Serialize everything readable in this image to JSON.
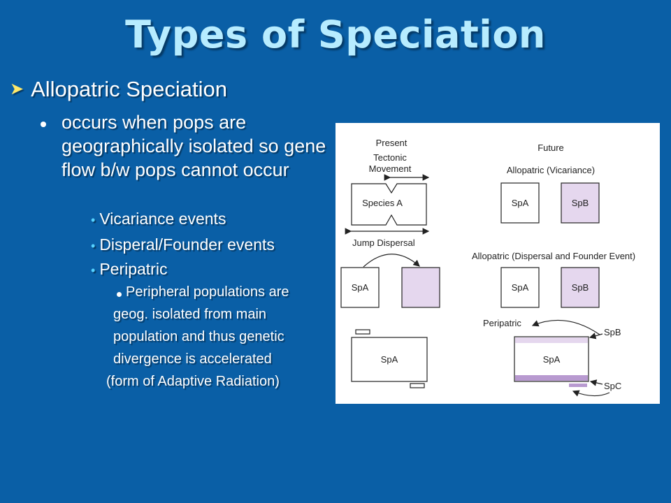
{
  "slide": {
    "title": "Types of Speciation",
    "level1": "Allopatric Speciation",
    "level2": "occurs when pops are geographically isolated so gene flow b/w pops cannot occur",
    "level3": [
      "Vicariance events",
      "Disperal/Founder events",
      "Peripatric"
    ],
    "level4_lines": [
      "Peripheral populations are",
      "geog. isolated from main",
      "population and thus genetic",
      "divergence is accelerated",
      "(form of Adaptive Radiation)"
    ]
  },
  "diagram": {
    "present": "Present",
    "tectonic_1": "Tectonic",
    "tectonic_2": "Movement",
    "species_a": "Species A",
    "jump_dispersal": "Jump Dispersal",
    "future": "Future",
    "allo_vicariance": "Allopatric (Vicariance)",
    "allo_dispersal": "Allopatric (Dispersal and Founder Event)",
    "peripatric": "Peripatric",
    "spa": "SpA",
    "spb": "SpB",
    "spc": "SpC"
  },
  "colors": {
    "background": "#0a5fa6",
    "title": "#b7ecff",
    "bullet_arrow": "#ffe96a",
    "sub_bullet": "#55d2ff",
    "species_b_fill": "#e5d7ee",
    "peripatric_band": "#b89ad0"
  },
  "icons": {
    "level1_bullet": "arrowhead-icon",
    "level2_bullet": "dot-icon",
    "level3_bullet": "dot-icon"
  }
}
